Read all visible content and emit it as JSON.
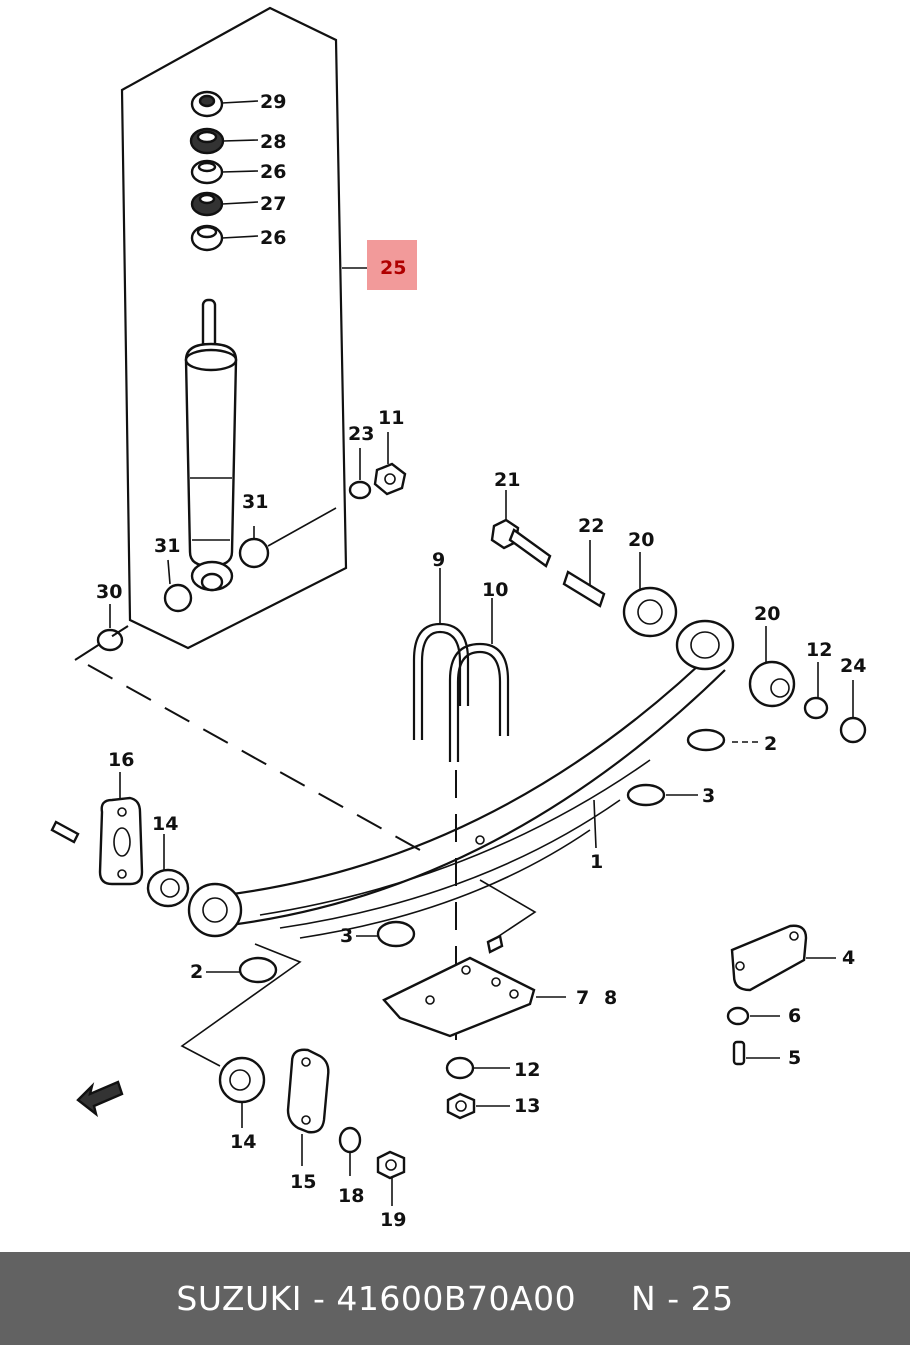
{
  "callouts": {
    "c29": "29",
    "c28": "28",
    "c26a": "26",
    "c27": "27",
    "c26b": "26",
    "c25": "25",
    "c23": "23",
    "c11": "11",
    "c31a": "31",
    "c31b": "31",
    "c30": "30",
    "c21": "21",
    "c22": "22",
    "c20a": "20",
    "c20b": "20",
    "c9": "9",
    "c10": "10",
    "c12a": "12",
    "c24": "24",
    "c2a": "2",
    "c3a": "3",
    "c1": "1",
    "c16": "16",
    "c14a": "14",
    "c3b": "3",
    "c2b": "2",
    "c4": "4",
    "c6": "6",
    "c5": "5",
    "c7": "7",
    "c8": "8",
    "c12b": "12",
    "c13": "13",
    "c14b": "14",
    "c15": "15",
    "c18": "18",
    "c19": "19"
  },
  "highlight_color": "#f29a9a",
  "footer": {
    "text": "SUZUKI - 41600B70A00     N - 25",
    "background": "#626262"
  }
}
